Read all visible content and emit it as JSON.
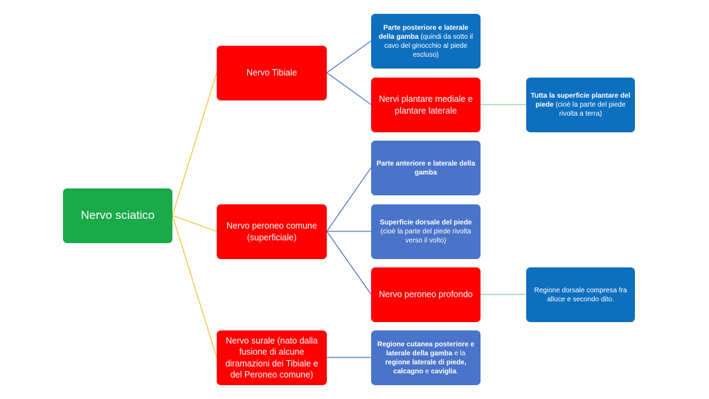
{
  "root": {
    "label": "Nervo sciatico"
  },
  "branches": {
    "tibiale": {
      "label": "Nervo Tibiale"
    },
    "peroneo_comune": {
      "label": "Nervo peroneo comune (superficiale)"
    },
    "surale": {
      "label": "Nervo surale (nato dalla fusione di alcune diramazioni dei Tibiale  e del Peroneo comune)"
    }
  },
  "leaves": {
    "tibiale_posteriore": {
      "bold": "Parte posteriore e laterale della gamba",
      "rest": " (quindi da sotto il cavo del ginocchio al piede escluso)"
    },
    "plantari": {
      "label": "Nervi plantare mediale e plantare laterale"
    },
    "superficie_plantare": {
      "bold": "Tutta la superficie plantare del piede",
      "rest": " (cioè la parte del piede rivolta  a terra)"
    },
    "anteriore_gamba": {
      "bold": "Parte anteriore e laterale della gamba"
    },
    "dorsale_piede": {
      "bold": "Superficie dorsale del piede",
      "rest": " (cioè la parte del piede rivolta verso il volto)"
    },
    "peroneo_profondo": {
      "label": "Nervo peroneo profondo"
    },
    "regione_dorsale": {
      "label": "Regione dorsale compresa fra alluce e secondo dito."
    },
    "surale_regione": {
      "bold1": "Regione cutanea posteriore e laterale della gamba",
      "mid": " e la ",
      "bold2": "regione laterale di piede, calcagno",
      "mid2": " e ",
      "bold3": "caviglia",
      "end": "."
    }
  },
  "colors": {
    "green": "#1aaa4a",
    "red": "#ff0000",
    "blue_dark": "#0e6fbf",
    "blue_light": "#4a74c9",
    "line_yellow": "#f2c230",
    "line_blue": "#4a74c9",
    "line_green": "#8fce8f"
  }
}
